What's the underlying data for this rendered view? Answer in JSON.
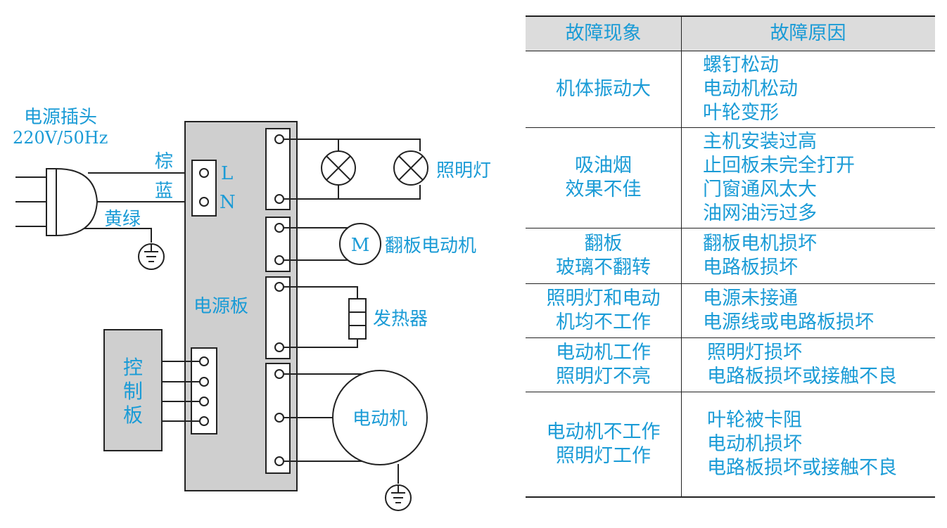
{
  "diagram": {
    "plug_title": "电源插头",
    "plug_rating": "220V/50Hz",
    "wire_brown": "棕",
    "wire_blue": "蓝",
    "wire_yellow_green": "黄绿",
    "terminal_L": "L",
    "terminal_N": "N",
    "power_board": "电源板",
    "lamp": "照明灯",
    "motor_symbol": "M",
    "flap_motor": "翻板电动机",
    "heater": "发热器",
    "control_board": [
      "控",
      "制",
      "板"
    ],
    "main_motor": "电动机"
  },
  "table": {
    "headers": [
      "故障现象",
      "故障原因"
    ],
    "rows": [
      {
        "symptom": [
          "机体振动大"
        ],
        "causes": [
          "螺钉松动",
          "电动机松动",
          "叶轮变形"
        ]
      },
      {
        "symptom": [
          "吸油烟",
          "效果不佳"
        ],
        "causes": [
          "主机安装过高",
          "止回板未完全打开",
          "门窗通风太大",
          "油网油污过多"
        ]
      },
      {
        "symptom": [
          "翻板",
          "玻璃不翻转"
        ],
        "causes": [
          "翻板电机损坏",
          "电路板损坏"
        ]
      },
      {
        "symptom": [
          "照明灯和电动",
          "机均不工作"
        ],
        "causes": [
          "电源未接通",
          "电源线或电路板损坏"
        ]
      },
      {
        "symptom": [
          "电动机工作",
          "照明灯不亮"
        ],
        "causes": [
          "照明灯损坏",
          "电路板损坏或接触不良"
        ]
      },
      {
        "symptom": [
          "电动机不工作",
          "照明灯工作"
        ],
        "causes": [
          "叶轮被卡阻",
          "电动机损坏",
          "电路板损坏或接触不良"
        ]
      }
    ]
  },
  "colors": {
    "label": "#1a9bd6",
    "line": "#222222",
    "board": "#cfcfcf",
    "header_bg": "#dcdcdc"
  }
}
